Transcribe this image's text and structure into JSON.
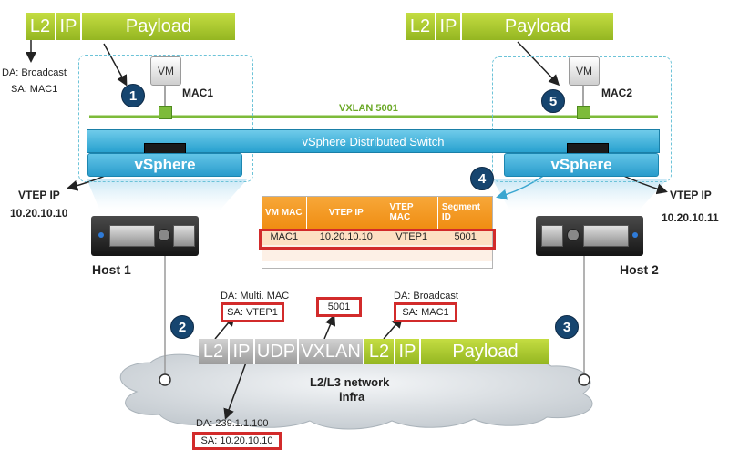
{
  "packet_left": {
    "l2": "L2",
    "ip": "IP",
    "payload": "Payload"
  },
  "packet_right": {
    "l2": "L2",
    "ip": "IP",
    "payload": "Payload"
  },
  "left_frame_header": {
    "da": "DA: Broadcast",
    "sa": "SA: MAC1"
  },
  "vm_left": {
    "label": "VM",
    "mac": "MAC1"
  },
  "vm_right": {
    "label": "VM",
    "mac": "MAC2"
  },
  "steps": {
    "s1": "1",
    "s2": "2",
    "s3": "3",
    "s4": "4",
    "s5": "5"
  },
  "vxlan_label": "VXLAN 5001",
  "vds_label": "vSphere Distributed Switch",
  "vsphere_left": "vSphere",
  "vsphere_right": "vSphere",
  "vtep_left": {
    "label": "VTEP IP",
    "ip": "10.20.10.10"
  },
  "vtep_right": {
    "label": "VTEP IP",
    "ip": "10.20.10.11"
  },
  "host_left": "Host 1",
  "host_right": "Host 2",
  "mapping_table": {
    "headers": [
      "VM MAC",
      "VTEP IP",
      "VTEP MAC",
      "Segment ID"
    ],
    "rows": [
      [
        "MAC1",
        "10.20.10.10",
        "VTEP1",
        "5001"
      ]
    ]
  },
  "encap": {
    "outer_l2": "L2",
    "outer_ip": "IP",
    "udp": "UDP",
    "vxlan": "VXLAN",
    "inner_l2": "L2",
    "inner_ip": "IP",
    "payload": "Payload"
  },
  "outer_l2_header": {
    "da": "DA: Multi. MAC",
    "sa": "SA: VTEP1"
  },
  "vxlan_id": "5001",
  "inner_l2_header": {
    "da": "DA: Broadcast",
    "sa": "SA: MAC1"
  },
  "outer_ip_header": {
    "da": "DA: 239.1.1.100",
    "sa": "SA: 10.20.10.10"
  },
  "network_label": {
    "line1": "L2/L3 network",
    "line2": "infra"
  },
  "colors": {
    "accent_green": "#94b621",
    "switch_blue": "#28a1cf",
    "table_orange": "#f08d12",
    "highlight_red": "#d22b2b",
    "step_navy": "#16456f"
  }
}
